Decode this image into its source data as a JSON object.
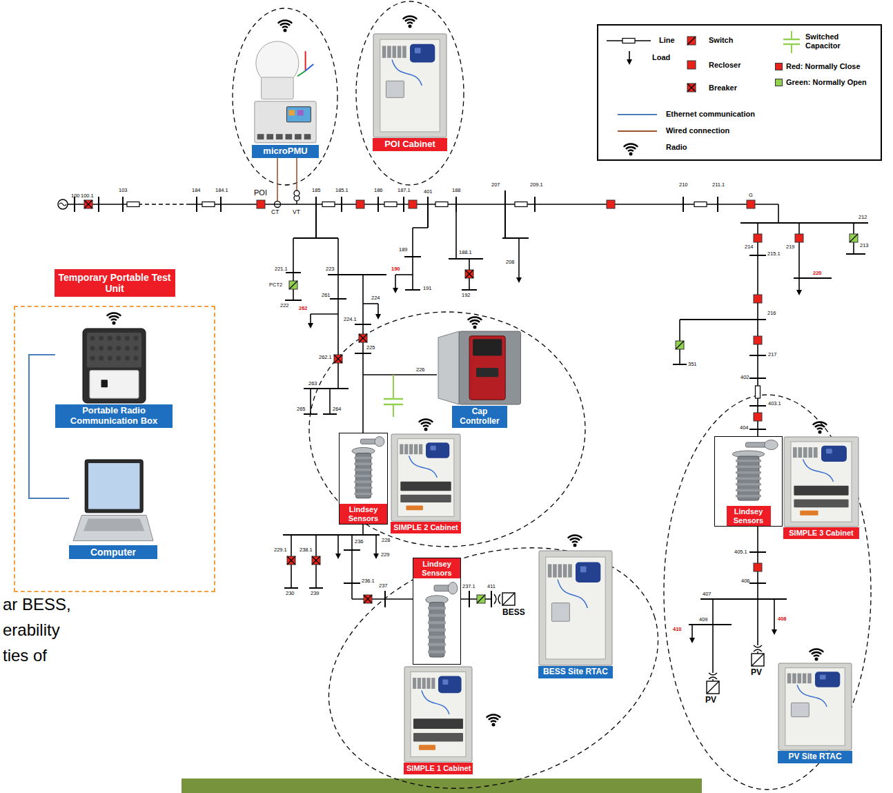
{
  "diagram": {
    "nodes": [
      {
        "text": [
          "Temporary Portable Test Unit"
        ]
      },
      {
        "text": [
          "Portable Radio Communication Box"
        ],
        "in": 0
      },
      {
        "text": [
          "Computer"
        ],
        "in": 0
      },
      {
        "text": [
          "microPMU"
        ]
      },
      {
        "text": [
          "POI Cabinet"
        ]
      },
      {
        "text": [
          "Cap Controller"
        ]
      },
      {
        "text": [
          "Lindsey Sensors"
        ]
      },
      {
        "text": [
          "SIMPLE 2 Cabinet"
        ]
      },
      {
        "text": [
          "Lindsey Sensors"
        ]
      },
      {
        "text": [
          "SIMPLE 3 Cabinet"
        ]
      },
      {
        "text": [
          "Lindsey Sensors"
        ]
      },
      {
        "text": [
          "BESS Site RTAC"
        ]
      },
      {
        "text": [
          "SIMPLE 1 Cabinet"
        ]
      },
      {
        "text": [
          "PV Site RTAC"
        ]
      }
    ],
    "edges": [
      {
        "from": 1,
        "to": 2,
        "arrow": "none"
      }
    ],
    "labels": [
      "100",
      "100.1",
      "103",
      "184",
      "184.1",
      "POI",
      "CT",
      "VT",
      "185",
      "185.1",
      "186",
      "187.1",
      "401",
      "188",
      "207",
      "209.1",
      "210",
      "211.1",
      "G",
      "212",
      "221.1",
      "PCT2",
      "222",
      "223",
      "189",
      "188.1",
      "208",
      "190",
      "191",
      "192",
      "214",
      "219",
      "213",
      "215.1",
      "220",
      "261",
      "224",
      "262",
      "224.1",
      "225",
      "226",
      "262.1",
      "263",
      "265",
      "264",
      "216",
      "351",
      "217",
      "402",
      "403.1",
      "404",
      "228",
      "229.1",
      "238.1",
      "236",
      "229",
      "230",
      "239",
      "236.1",
      "237",
      "237.1",
      "411",
      "BESS",
      "405.1",
      "406",
      "407",
      "409",
      "408",
      "410",
      "PV",
      "PV",
      "ar BESS,",
      "erability",
      "ties of"
    ],
    "legend": [
      {
        "text": "Line"
      },
      {
        "text": "Load"
      },
      {
        "text": "Switch"
      },
      {
        "text": "Recloser"
      },
      {
        "text": "Breaker"
      },
      {
        "text": "Switched Capacitor"
      },
      {
        "text": "Red: Normally Close",
        "color": "#e8211b"
      },
      {
        "text": "Green: Normally Open",
        "color": "#92d050"
      },
      {
        "text": "Ethernet communication"
      },
      {
        "text": "Wired connection"
      },
      {
        "text": "Radio"
      }
    ]
  }
}
